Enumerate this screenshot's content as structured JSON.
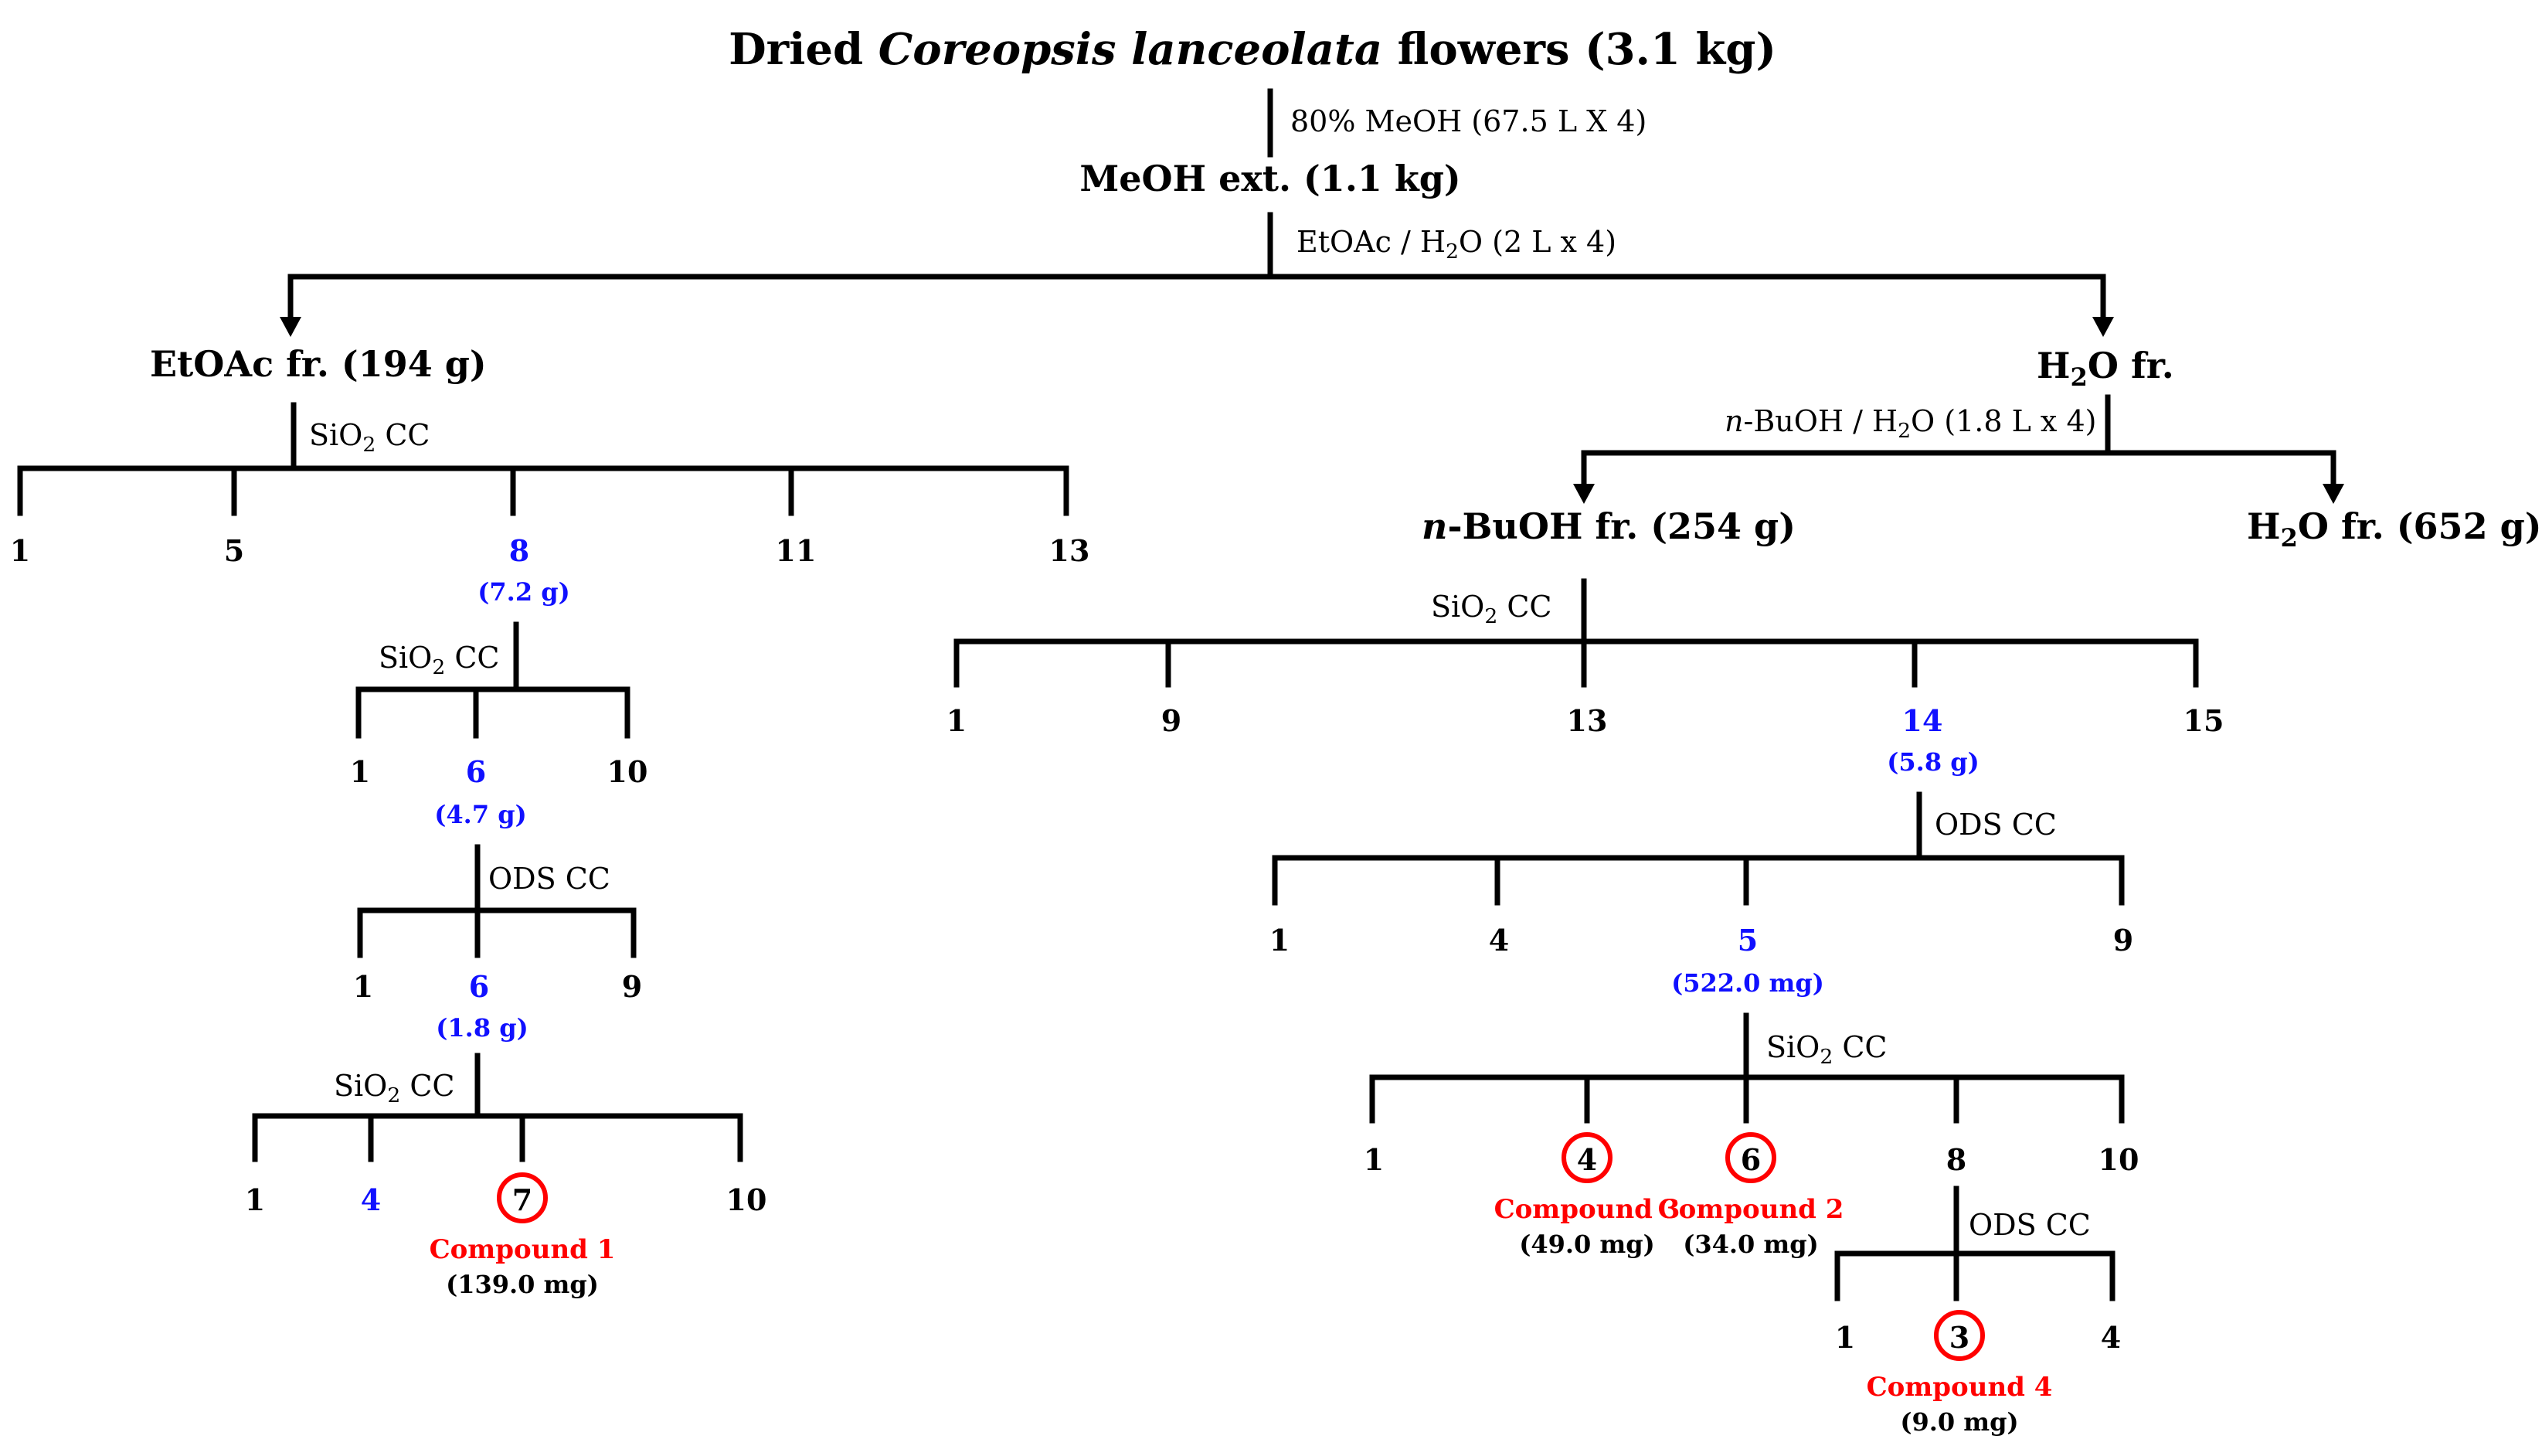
{
  "colors": {
    "line": "#000000",
    "highlight_fraction": "#1010ff",
    "compound": "#ff0000"
  },
  "title": {
    "prefix": "Dried ",
    "species": "Coreopsis lanceolata",
    "suffix": " flowers (3.1 kg)"
  },
  "steps": {
    "extraction": "80% MeOH (67.5 L X 4)",
    "partition1_a": "EtOAc / H",
    "partition1_b": "O (2 L x 4)",
    "partition2_a": "n",
    "partition2_b": "-BuOH / H",
    "partition2_c": "O (1.8 L x 4)"
  },
  "nodes": {
    "meoh_ext": "MeOH ext. (1.1 kg)",
    "etoac_fr": "EtOAc fr. (194 g)",
    "h2o_fr_a": "H",
    "h2o_fr_b": "O fr.",
    "buoh_fr_a": "n",
    "buoh_fr_b": "-BuOH fr. (254 g)",
    "h2o_final_a": "H",
    "h2o_final_b": "O fr. (652 g)"
  },
  "subscripts": {
    "two": "2"
  },
  "methods": {
    "sio2_a": "SiO",
    "sio2_b": " CC",
    "ods": "ODS CC"
  },
  "etoac_branch": {
    "level1": [
      "1",
      "5",
      "8",
      "11",
      "13"
    ],
    "level1_selected_mass": "(7.2 g)",
    "level2": [
      "1",
      "6",
      "10"
    ],
    "level2_selected_mass": "(4.7 g)",
    "level3": [
      "1",
      "6",
      "9"
    ],
    "level3_selected_mass": "(1.8 g)",
    "level4": [
      "1",
      "4",
      "7",
      "10"
    ]
  },
  "buoh_branch": {
    "level1": [
      "1",
      "9",
      "13",
      "14",
      "15"
    ],
    "level1_selected_mass": "(5.8 g)",
    "level2": [
      "1",
      "4",
      "5",
      "9"
    ],
    "level2_selected_mass": "(522.0 mg)",
    "level3": [
      "1",
      "4",
      "6",
      "8",
      "10"
    ],
    "level4": [
      "1",
      "3",
      "4"
    ]
  },
  "compounds": [
    {
      "fraction": "7",
      "name": "Compound 1",
      "mass": "(139.0 mg)"
    },
    {
      "fraction": "6",
      "name": "Compound 2",
      "mass": "(34.0 mg)"
    },
    {
      "fraction": "4",
      "name": "Compound 3",
      "mass": "(49.0 mg)"
    },
    {
      "fraction": "3",
      "name": "Compound 4",
      "mass": "(9.0 mg)"
    }
  ]
}
